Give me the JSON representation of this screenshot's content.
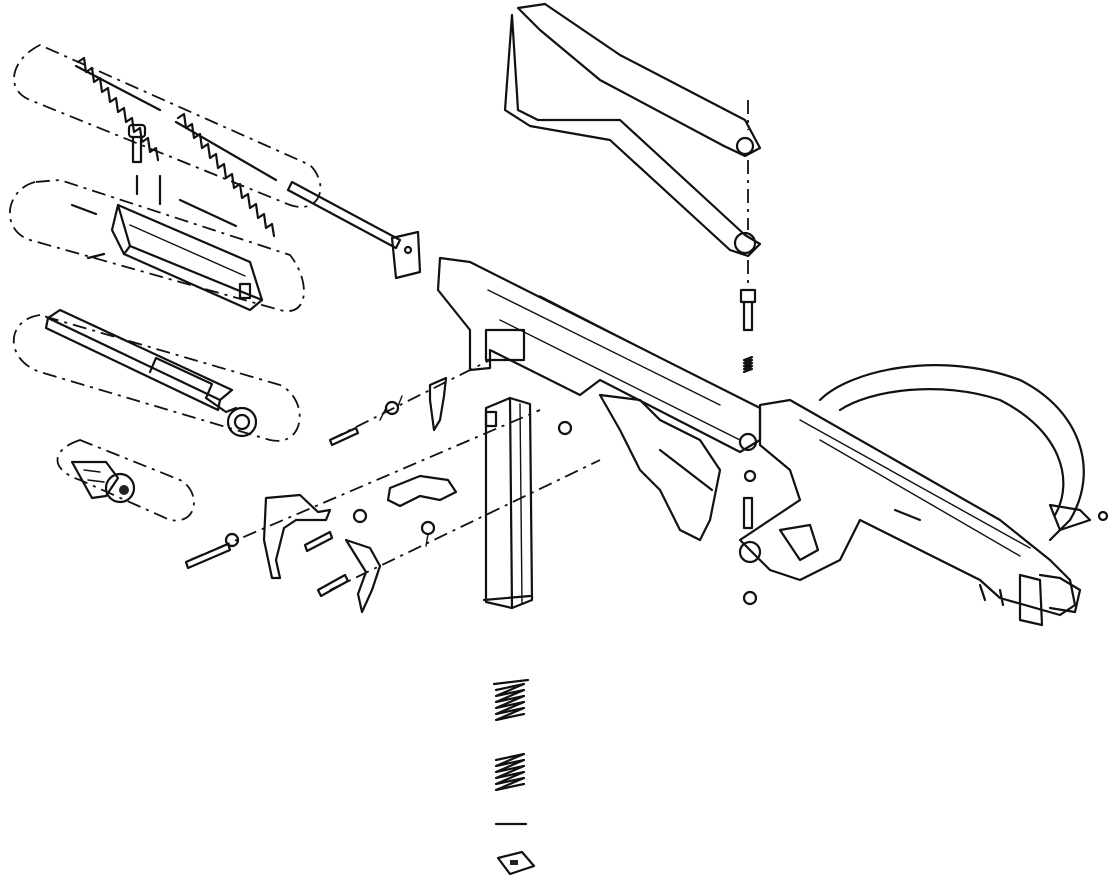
{
  "diagram": {
    "ink_color": "#111111",
    "background_color": "#ffffff",
    "parts": [
      {
        "name": "recoil-spring-upper",
        "icon": "spring-icon"
      },
      {
        "name": "recoil-spring-lower",
        "icon": "spring-icon"
      },
      {
        "name": "buffer-pin",
        "icon": "pin-icon"
      },
      {
        "name": "buffer-rod",
        "icon": "rod-icon"
      },
      {
        "name": "bolt",
        "icon": "bolt-icon"
      },
      {
        "name": "barrel",
        "icon": "barrel-icon"
      },
      {
        "name": "muzzle-cap",
        "icon": "cap-icon"
      },
      {
        "name": "wire-stock",
        "icon": "stock-icon"
      },
      {
        "name": "receiver",
        "icon": "receiver-icon"
      },
      {
        "name": "lower-frame",
        "icon": "frame-icon"
      },
      {
        "name": "sling",
        "icon": "sling-icon"
      },
      {
        "name": "magazine",
        "icon": "magazine-icon"
      },
      {
        "name": "magazine-spring",
        "icon": "spring-icon"
      },
      {
        "name": "magazine-follower",
        "icon": "follower-icon"
      },
      {
        "name": "trigger",
        "icon": "trigger-icon"
      },
      {
        "name": "sear",
        "icon": "sear-icon"
      },
      {
        "name": "hammer",
        "icon": "hammer-icon"
      },
      {
        "name": "disconnector",
        "icon": "disconnector-icon"
      }
    ]
  }
}
